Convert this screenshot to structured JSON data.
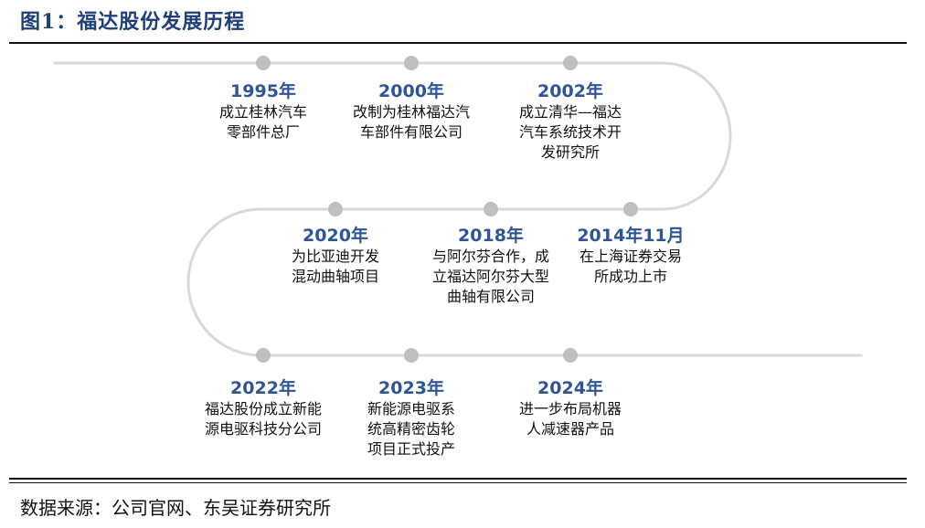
{
  "title": "图1：福达股份发展历程",
  "source": "数据来源：公司官网、东吴证券研究所",
  "colors": {
    "track": "#d9d9d9",
    "dot": "#bfbfbf",
    "year": "#2e5597",
    "title": "#1f3f7a"
  },
  "events": [
    {
      "year": "1995年",
      "desc": "成立桂林汽车\n零部件总厂"
    },
    {
      "year": "2000年",
      "desc": "改制为桂林福达汽\n车部件有限公司"
    },
    {
      "year": "2002年",
      "desc": "成立清华—福达\n汽车系统技术开\n发研究所"
    },
    {
      "year": "2014年11月",
      "desc": "在上海证券交易\n所成功上市"
    },
    {
      "year": "2018年",
      "desc": "与阿尔芬合作，成\n立福达阿尔芬大型\n曲轴有限公司"
    },
    {
      "year": "2020年",
      "desc": "为比亚迪开发\n混动曲轴项目"
    },
    {
      "year": "2022年",
      "desc": "福达股份成立新能\n源电驱科技分公司"
    },
    {
      "year": "2023年",
      "desc": "新能源电驱系\n统高精密齿轮\n项目正式投产"
    },
    {
      "year": "2024年",
      "desc": "进一步布局机器\n人减速器产品"
    }
  ]
}
